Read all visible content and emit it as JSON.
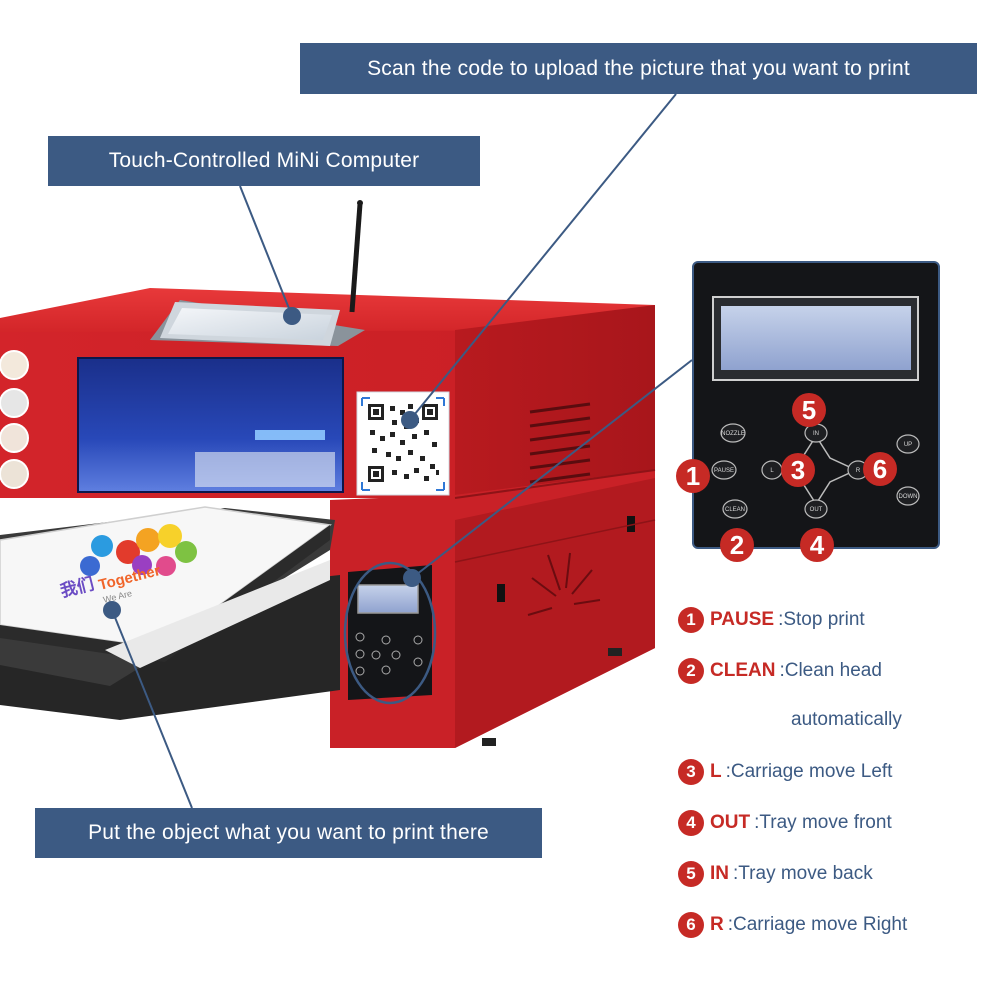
{
  "callouts": {
    "scan": "Scan the code to upload the picture that you want to print",
    "touch": "Touch-Controlled MiNi Computer",
    "object": "Put the object what you want to print there"
  },
  "panel": {
    "buttons": {
      "nozzle": "NOZZLE",
      "pause": "PAUSE",
      "clean": "CLEAN",
      "in": "IN",
      "out": "OUT",
      "left": "L",
      "right": "R",
      "up": "UP",
      "down": "DOWN"
    },
    "markers": [
      "1",
      "2",
      "3",
      "4",
      "5",
      "6"
    ]
  },
  "tray_artwork": {
    "text": "Together",
    "subtext": "We Are"
  },
  "legend": [
    {
      "num": "1",
      "key": "PAUSE",
      "desc": ":Stop print"
    },
    {
      "num": "2",
      "key": "CLEAN",
      "desc": ":Clean head"
    },
    {
      "num": "3",
      "key": "L",
      "desc": ":Carriage move Left"
    },
    {
      "num": "4",
      "key": "OUT",
      "desc": ":Tray move front"
    },
    {
      "num": "5",
      "key": "IN",
      "desc": ":Tray move back"
    },
    {
      "num": "6",
      "key": "R",
      "desc": ":Carriage move Right"
    }
  ],
  "legend_continuation": "automatically",
  "colors": {
    "callout_bg": "#3c5a83",
    "printer_red": "#d7262a",
    "accent_red": "#c62a25",
    "panel_black": "#141518"
  }
}
